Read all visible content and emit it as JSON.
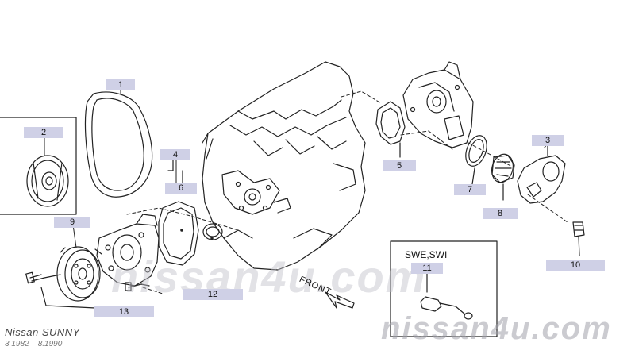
{
  "callouts": [
    {
      "num": "1"
    },
    {
      "num": "2"
    },
    {
      "num": "3"
    },
    {
      "num": "4"
    },
    {
      "num": "5"
    },
    {
      "num": "6"
    },
    {
      "num": "7"
    },
    {
      "num": "8"
    },
    {
      "num": "9"
    },
    {
      "num": "10"
    },
    {
      "num": "11"
    },
    {
      "num": "12"
    },
    {
      "num": "13"
    }
  ],
  "inset": {
    "label": "SWE,SWI"
  },
  "front_label": "FRONT",
  "watermark": {
    "center": "nissan4u.com",
    "bottom": "nissan4u.com"
  },
  "footer": {
    "model": "Nissan SUNNY",
    "dates": "3.1982 – 8.1990"
  },
  "colors": {
    "line": "#222222",
    "callout_bg": "#cfd0e6",
    "watermark": "#d6d6da"
  }
}
